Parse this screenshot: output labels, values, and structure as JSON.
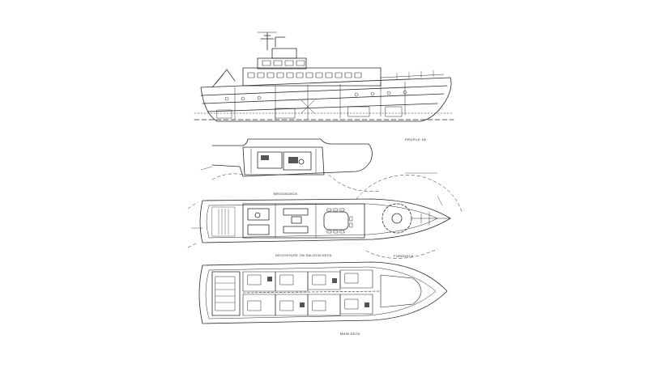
{
  "labels": {
    "profile": "PROFILE 1B",
    "bridge": "BRIDGEDECK",
    "upper": "DECKHOUSE ON SALOON DECK",
    "fore": "FOREDECK",
    "main": "MAIN DECK"
  },
  "colors": {
    "ink": "#2a2a2a",
    "paper": "#ffffff",
    "hatch": "#555555"
  }
}
